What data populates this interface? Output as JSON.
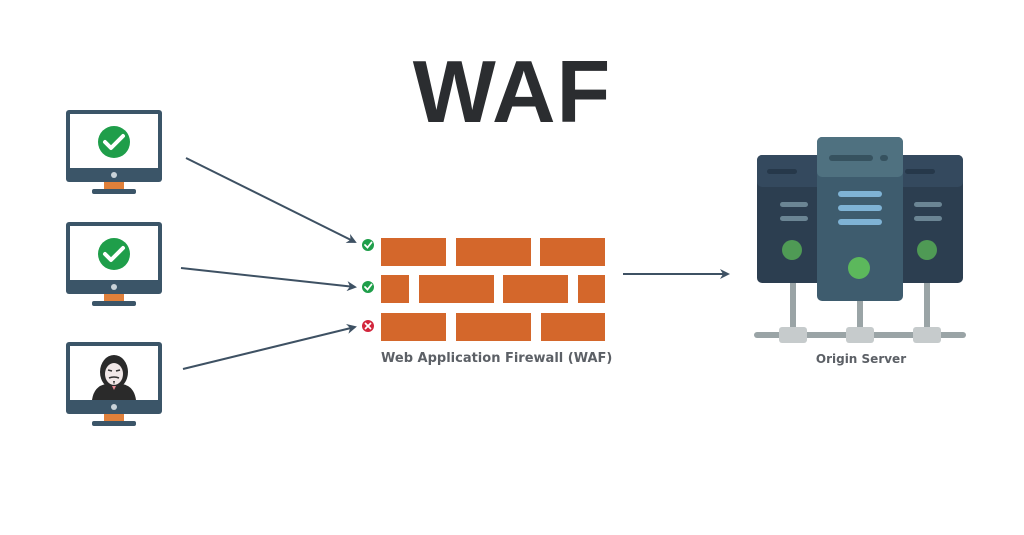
{
  "title": "WAF",
  "clients": [
    {
      "name": "legitimate-user-1",
      "status": "allowed",
      "icon": "check-icon"
    },
    {
      "name": "legitimate-user-2",
      "status": "allowed",
      "icon": "check-icon"
    },
    {
      "name": "attacker",
      "status": "blocked",
      "icon": "hacker-icon"
    }
  ],
  "firewall": {
    "label": "Web Application Firewall (WAF)",
    "statuses": [
      "allowed",
      "allowed",
      "blocked"
    ]
  },
  "server": {
    "label": "Origin Server"
  },
  "colors": {
    "monitor_frame": "#3b5568",
    "monitor_stand": "#e0803a",
    "check_green": "#1f9e4a",
    "block_red": "#d2263c",
    "brick": "#d4672b",
    "arrow": "#3e5163",
    "server_dark": "#2c3e50",
    "server_mid": "#3e5c6e",
    "server_light_bars": "#7fb3d5",
    "server_led": "#5cb85c",
    "network": "#9aa4a6",
    "title": "#2b2d30",
    "label": "#5c6066"
  }
}
